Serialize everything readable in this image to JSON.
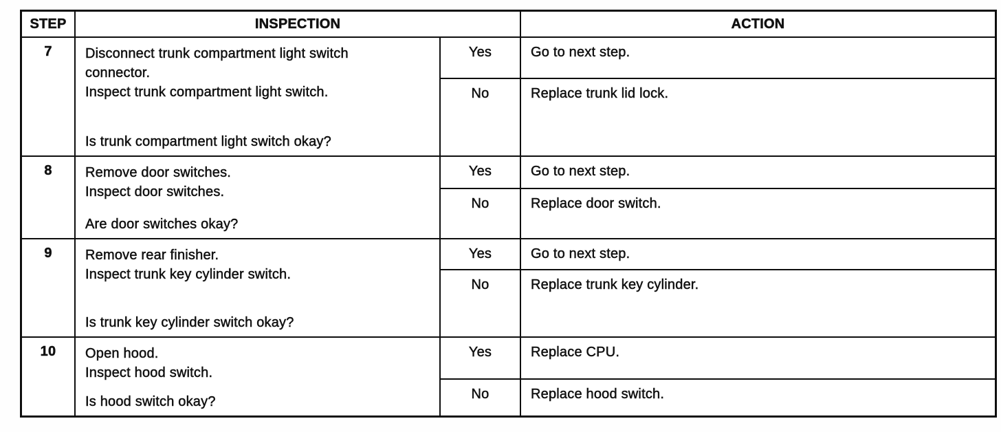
{
  "colors": {
    "ink": "#111111",
    "paper": "#ffffff",
    "border": "#0e0e0e"
  },
  "table": {
    "headers": {
      "step": "STEP",
      "inspection": "INSPECTION",
      "action": "ACTION"
    },
    "rows": [
      {
        "step": "7",
        "inspection_lines": [
          "Disconnect trunk compartment light switch",
          "connector.",
          "Inspect trunk compartment light switch."
        ],
        "question": "Is trunk compartment light switch okay?",
        "branches": [
          {
            "answer": "Yes",
            "action": "Go to next step."
          },
          {
            "answer": "No",
            "action": "Replace trunk lid lock."
          }
        ]
      },
      {
        "step": "8",
        "inspection_lines": [
          "Remove door switches.",
          "Inspect door switches."
        ],
        "question": "Are door switches okay?",
        "branches": [
          {
            "answer": "Yes",
            "action": "Go to next step."
          },
          {
            "answer": "No",
            "action": "Replace door switch."
          }
        ]
      },
      {
        "step": "9",
        "inspection_lines": [
          "Remove rear finisher.",
          "Inspect trunk key cylinder switch."
        ],
        "question": "Is trunk key cylinder switch okay?",
        "branches": [
          {
            "answer": "Yes",
            "action": "Go to next step."
          },
          {
            "answer": "No",
            "action": "Replace trunk key cylinder."
          }
        ]
      },
      {
        "step": "10",
        "inspection_lines": [
          "Open hood.",
          "Inspect hood switch."
        ],
        "question": "Is hood switch okay?",
        "branches": [
          {
            "answer": "Yes",
            "action": "Replace CPU."
          },
          {
            "answer": "No",
            "action": "Replace hood switch."
          }
        ]
      }
    ]
  }
}
